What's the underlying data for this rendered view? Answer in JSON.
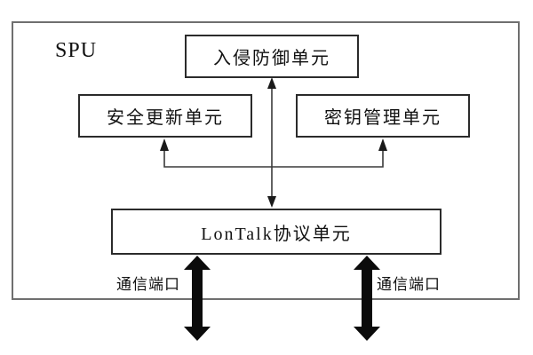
{
  "diagram": {
    "frame_label": "SPU",
    "boxes": {
      "intrusion": "入侵防御单元",
      "update": "安全更新单元",
      "key": "密钥管理单元",
      "lontalk": "LonTalk协议单元"
    },
    "ports": {
      "left_label": "通信端口",
      "right_label": "通信端口"
    },
    "connectors": {
      "intrusion_lontalk": "bidirectional",
      "lontalk_to_update": "upward-arrow",
      "lontalk_to_key": "upward-arrow",
      "external_ports": "thick-bidirectional"
    },
    "colors": {
      "background": "#ffffff",
      "frame_border": "#6f6f6f",
      "box_border": "#2b2b2b",
      "connector_line": "#3a3a3a",
      "thick_arrow": "#0b0b0b",
      "text": "#111111"
    }
  }
}
